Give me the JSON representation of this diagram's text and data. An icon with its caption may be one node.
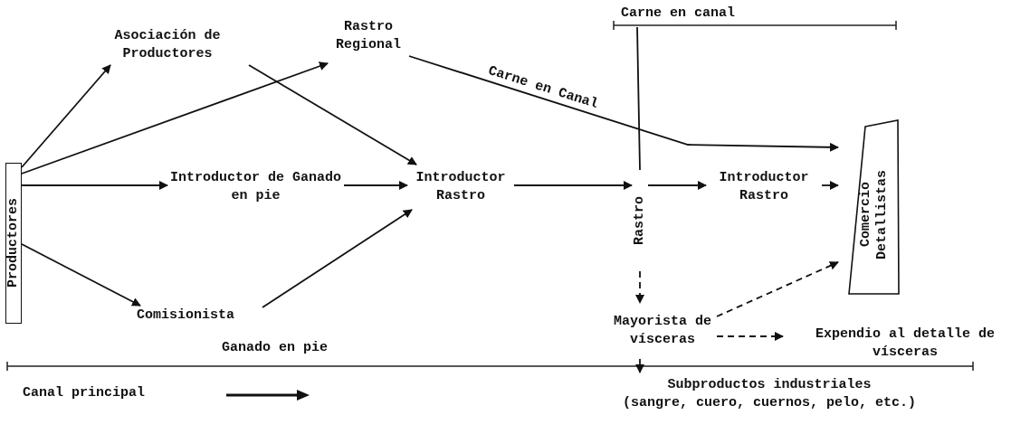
{
  "diagram": {
    "nodes": [
      {
        "text": [
          "Productores"
        ]
      },
      {
        "text": [
          "Asociación de Productores"
        ]
      },
      {
        "text": [
          "Rastro Regional"
        ]
      },
      {
        "text": [
          "Introductor de Ganado en pie"
        ]
      },
      {
        "text": [
          "Comisionista"
        ]
      },
      {
        "text": [
          "Introductor Rastro"
        ]
      },
      {
        "text": [
          "Rastro"
        ]
      },
      {
        "text": [
          "Introductor Rastro"
        ]
      },
      {
        "text": [
          "Comercio Detallistas"
        ]
      },
      {
        "text": [
          "Mayorista de vísceras"
        ]
      },
      {
        "text": [
          "Expendio al detalle de vísceras"
        ]
      },
      {
        "text": [
          "Subproductos industriales",
          "(sangre, cuero, cuernos, pelo, etc.)"
        ]
      }
    ],
    "edges": [
      {
        "from": 0,
        "to": 1,
        "arrow": "to"
      },
      {
        "from": 0,
        "to": 2,
        "arrow": "to"
      },
      {
        "from": 0,
        "to": 3,
        "arrow": "to"
      },
      {
        "from": 0,
        "to": 4,
        "arrow": "to"
      },
      {
        "from": 1,
        "to": 5,
        "arrow": "to"
      },
      {
        "from": 3,
        "to": 5,
        "arrow": "to"
      },
      {
        "from": 4,
        "to": 5,
        "arrow": "to"
      },
      {
        "from": 5,
        "to": 6,
        "arrow": "to"
      },
      {
        "from": 6,
        "to": 7,
        "arrow": "to"
      },
      {
        "from": 7,
        "to": 8,
        "arrow": "to"
      },
      {
        "from": 2,
        "to": 8,
        "arrow": "to",
        "label": "Carne en Canal"
      },
      {
        "from": 9,
        "to": 8,
        "arrow": "to",
        "style": "dashed"
      },
      {
        "from": 9,
        "to": 10,
        "arrow": "to",
        "style": "dashed"
      },
      {
        "from": null,
        "to": 6,
        "arrow": "none"
      },
      {
        "from": 6,
        "to": 9,
        "arrow": "to",
        "style": "dashed"
      },
      {
        "from": 9,
        "to": 11,
        "arrow": "to"
      }
    ],
    "labels": [
      "Carne en canal",
      "Ganado en pie",
      "Canal principal"
    ]
  }
}
